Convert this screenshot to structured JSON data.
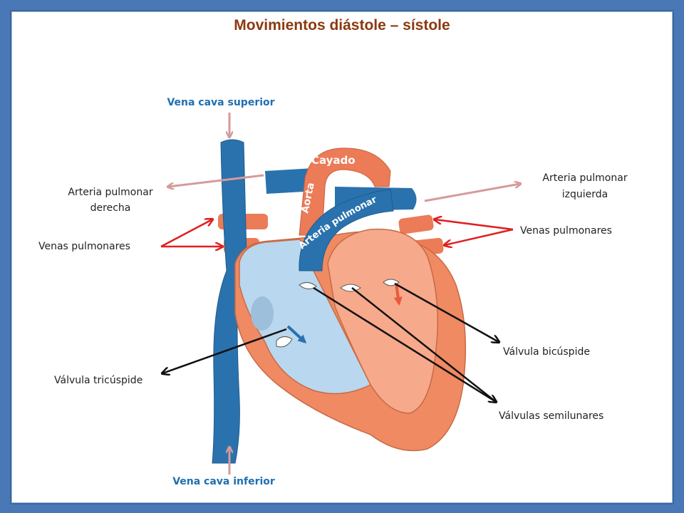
{
  "title": "Movimientos diástole – sístole",
  "labels": {
    "vena_cava_superior": "Vena cava superior",
    "vena_cava_inferior": "Vena cava inferior",
    "arteria_pulmonar_derecha_1": "Arteria pulmonar",
    "arteria_pulmonar_derecha_2": "derecha",
    "arteria_pulmonar_izquierda_1": "Arteria pulmonar",
    "arteria_pulmonar_izquierda_2": "izquierda",
    "venas_pulmonares_left": "Venas pulmonares",
    "venas_pulmonares_right": "Venas pulmonares",
    "valvula_tricuspide": "Válvula tricúspide",
    "valvula_bicuspide": "Válvula bicúspide",
    "valvulas_semilunares": "Válvulas semilunares",
    "cayado": "Cayado",
    "aorta": "Aorta",
    "arteria_pulmonar": "Arteria pulmonar"
  },
  "colors": {
    "venous_blue": "#2a72ad",
    "arterial_orange": "#ec7b57",
    "left_heart": "#f6a98b",
    "right_chamber": "#b9d7ee",
    "pink_arrow": "#d69a9a",
    "red_arrow": "#e02020"
  }
}
